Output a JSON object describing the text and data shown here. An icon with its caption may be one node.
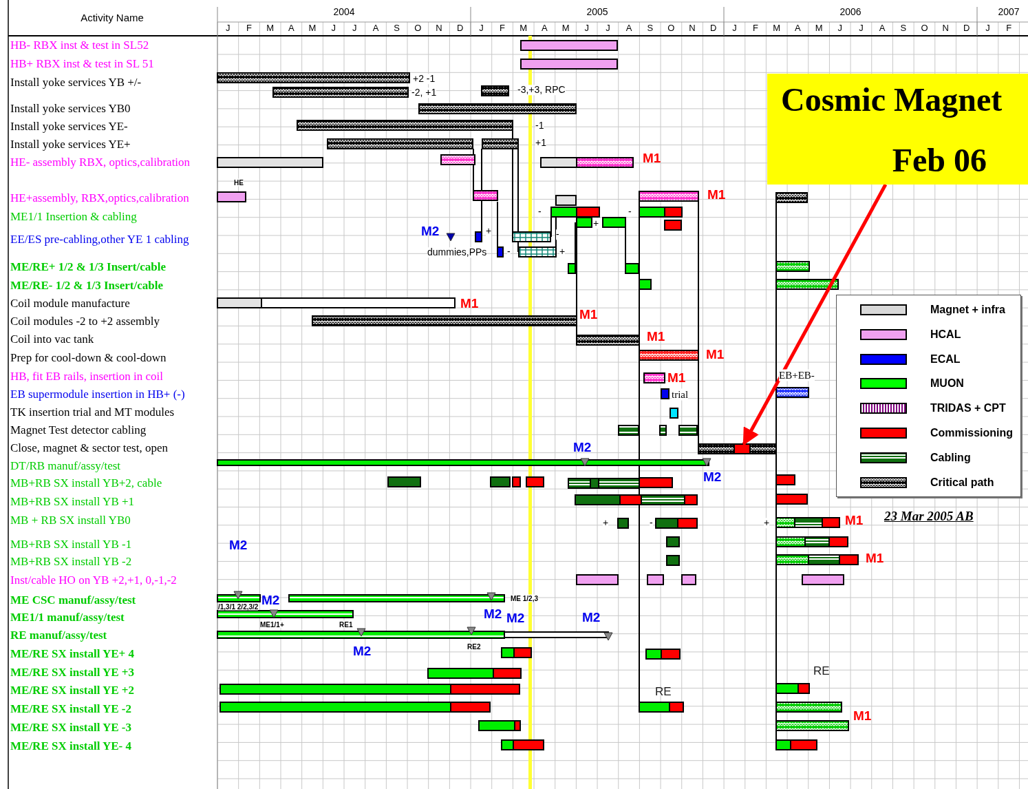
{
  "diagram": {
    "nodes": [
      {
        "text": [
          "Cosmic Magnet",
          "Feb 06"
        ]
      },
      {
        "text": [],
        "shape": "bar"
      }
    ],
    "edges": [
      {
        "from": 0,
        "to": 1,
        "arrow": "to"
      }
    ],
    "labels": [
      "Activity Name",
      "2004",
      "2005",
      "2006",
      "2007",
      "J",
      "F",
      "M",
      "A",
      "M",
      "J",
      "J",
      "A",
      "S",
      "O",
      "N",
      "D",
      "J",
      "F",
      "M",
      "A",
      "M",
      "J",
      "J",
      "A",
      "S",
      "O",
      "N",
      "D",
      "J",
      "F",
      "M",
      "A",
      "M",
      "J",
      "J",
      "A",
      "S",
      "O",
      "N",
      "D",
      "J",
      "F",
      "HB- RBX inst & test in SL52",
      "HB+ RBX inst & test in SL 51",
      "Install yoke services YB +/-",
      "Install yoke services YB0",
      "Install yoke services YE-",
      "Install yoke services YE+",
      "HE- assembly RBX, optics,calibration",
      "HE+assembly, RBX,optics,calibration",
      "ME1/1 Insertion & cabling",
      "EE/ES pre-cabling,other YE 1 cabling",
      "ME/RE+ 1/2 & 1/3 Insert/cable",
      "ME/RE- 1/2 & 1/3 Insert/cable",
      "Coil module manufacture",
      "Coil modules -2 to +2 assembly",
      "Coil into vac tank",
      "Prep for cool-down & cool-down",
      "HB, fit EB rails, insertion in coil",
      "EB supermodule insertion in HB+ (-)",
      "TK insertion trial and MT modules",
      "Magnet Test detector cabling",
      "Close, magnet & sector test, open",
      "DT/RB manuf/assy/test",
      "MB+RB SX install YB+2, cable",
      "MB+RB SX install YB +1",
      "MB + RB SX install YB0",
      "MB+RB SX install YB -1",
      "MB+RB SX install YB -2",
      "Inst/cable HO on YB +2,+1, 0,-1,-2",
      "ME CSC manuf/assy/test",
      "ME1/1 manuf/assy/test",
      "RE manuf/assy/test",
      "ME/RE SX install YE+ 4",
      "ME/RE SX install YE +3",
      "ME/RE SX install YE +2",
      "ME/RE SX install YE -2",
      "ME/RE SX install YE -3",
      "ME/RE SX install YE- 4",
      "+2 -1",
      "-2, +1",
      "-3,+3, RPC",
      "-1",
      "+1",
      "M1",
      "HE",
      "M1",
      "-",
      "-",
      "+",
      "M2",
      "+",
      "-",
      "-",
      "dummies,PPs",
      "+",
      "M1",
      "M1",
      "M1",
      "M1",
      "EB+EB-",
      "M1",
      "trial",
      "M2",
      "M2",
      "23 Mar 2005 AB",
      "M1",
      "+",
      "-",
      "+",
      "M2",
      "M1",
      "ME 1/2,3",
      "M2",
      "/1,3/1 2/2,3/2",
      "M2",
      "M2",
      "M2",
      "ME1/1+",
      "RE1",
      "RE2",
      "M2",
      "RE",
      "RE",
      "M1"
    ],
    "legend": [
      {
        "text": "Magnet + infra",
        "color": "#d8d8d8"
      },
      {
        "text": "HCAL",
        "color": "#f0a0f0"
      },
      {
        "text": "ECAL",
        "color": "#0000ff"
      },
      {
        "text": "MUON",
        "color": "#00ff00"
      },
      {
        "text": "TRIDAS + CPT"
      },
      {
        "text": "Commissioning",
        "color": "#ff0000"
      },
      {
        "text": "Cabling"
      },
      {
        "text": "Critical path"
      }
    ]
  }
}
